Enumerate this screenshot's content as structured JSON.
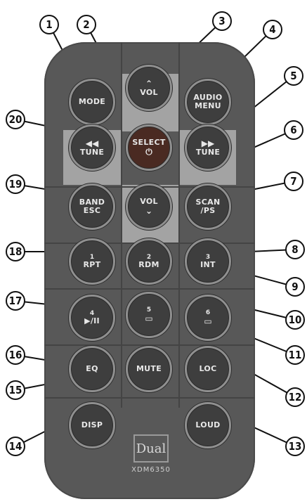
{
  "brand": "Dual",
  "model": "XDM6350",
  "buttons": [
    {
      "id": "mode",
      "l1": "MODE"
    },
    {
      "id": "vol-up",
      "l1": "VOL",
      "icon": "chevron-up"
    },
    {
      "id": "audio-menu",
      "l1": "AUDIO",
      "l2": "MENU"
    },
    {
      "id": "tune-prev",
      "l1": "TUNE",
      "icon": "rewind"
    },
    {
      "id": "select",
      "l1": "SELECT",
      "icon": "power"
    },
    {
      "id": "tune-next",
      "l1": "TUNE",
      "icon": "fast-forward"
    },
    {
      "id": "band-esc",
      "l1": "BAND",
      "l2": "ESC"
    },
    {
      "id": "vol-down",
      "l1": "VOL",
      "icon": "chevron-down"
    },
    {
      "id": "scan-ps",
      "l1": "SCAN",
      "l2": "/PS"
    },
    {
      "id": "rpt",
      "num": "1",
      "l1": "RPT"
    },
    {
      "id": "rdm",
      "num": "2",
      "l1": "RDM"
    },
    {
      "id": "int",
      "num": "3",
      "l1": "INT"
    },
    {
      "id": "play-pause",
      "num": "4",
      "l1": "▶/II"
    },
    {
      "id": "folder-down",
      "num": "5",
      "icon": "folder-down"
    },
    {
      "id": "folder-up",
      "num": "6",
      "icon": "folder-up"
    },
    {
      "id": "eq",
      "l1": "EQ"
    },
    {
      "id": "mute",
      "l1": "MUTE"
    },
    {
      "id": "loc",
      "l1": "LOC"
    },
    {
      "id": "disp",
      "l1": "DISP"
    },
    {
      "id": "loud",
      "l1": "LOUD"
    }
  ],
  "callouts": [
    "1",
    "2",
    "3",
    "4",
    "5",
    "6",
    "7",
    "8",
    "9",
    "10",
    "11",
    "12",
    "13",
    "14",
    "15",
    "16",
    "17",
    "18",
    "19",
    "20"
  ]
}
